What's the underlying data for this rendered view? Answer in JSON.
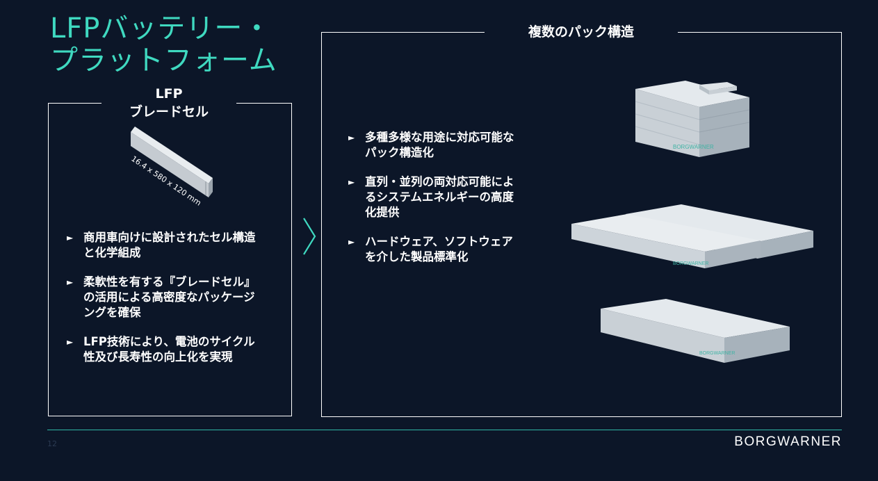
{
  "title": {
    "line1": "LFPバッテリー・",
    "line2": "プラットフォーム"
  },
  "left_box": {
    "label_line1": "LFP",
    "label_line2": "ブレードセル",
    "cell_dimensions": "16.4 x 580 x 120 mm",
    "bullets": [
      {
        "lines": [
          "商用車向けに設計されたセル構造",
          "と化学組成"
        ]
      },
      {
        "lines": [
          "柔軟性を有する『ブレードセル』",
          "の活用による高密度なパッケージ",
          "ングを確保"
        ]
      },
      {
        "lines": [
          "LFP技術により、電池のサイクル",
          "性及び長寿性の向上化を実現"
        ]
      }
    ]
  },
  "right_box": {
    "label": "複数のパック構造",
    "bullets": [
      {
        "lines": [
          "多種多様な用途に対応可能な",
          "パック構造化"
        ]
      },
      {
        "lines": [
          "直列・並列の両対応可能によ",
          "るシステムエネルギーの高度",
          "化提供"
        ]
      },
      {
        "lines": [
          "ハードウェア、ソフトウェア",
          "を介した製品標準化"
        ]
      }
    ],
    "pack_brand": "BORGWARNER"
  },
  "bullet_glyph": "►",
  "footer": {
    "page_number": "12",
    "brand": "BORGWARNER"
  },
  "colors": {
    "background": "#0c1628",
    "accent": "#3fd9c0",
    "text": "#ffffff"
  },
  "icons": {
    "arrow": "chevron-right-icon"
  }
}
